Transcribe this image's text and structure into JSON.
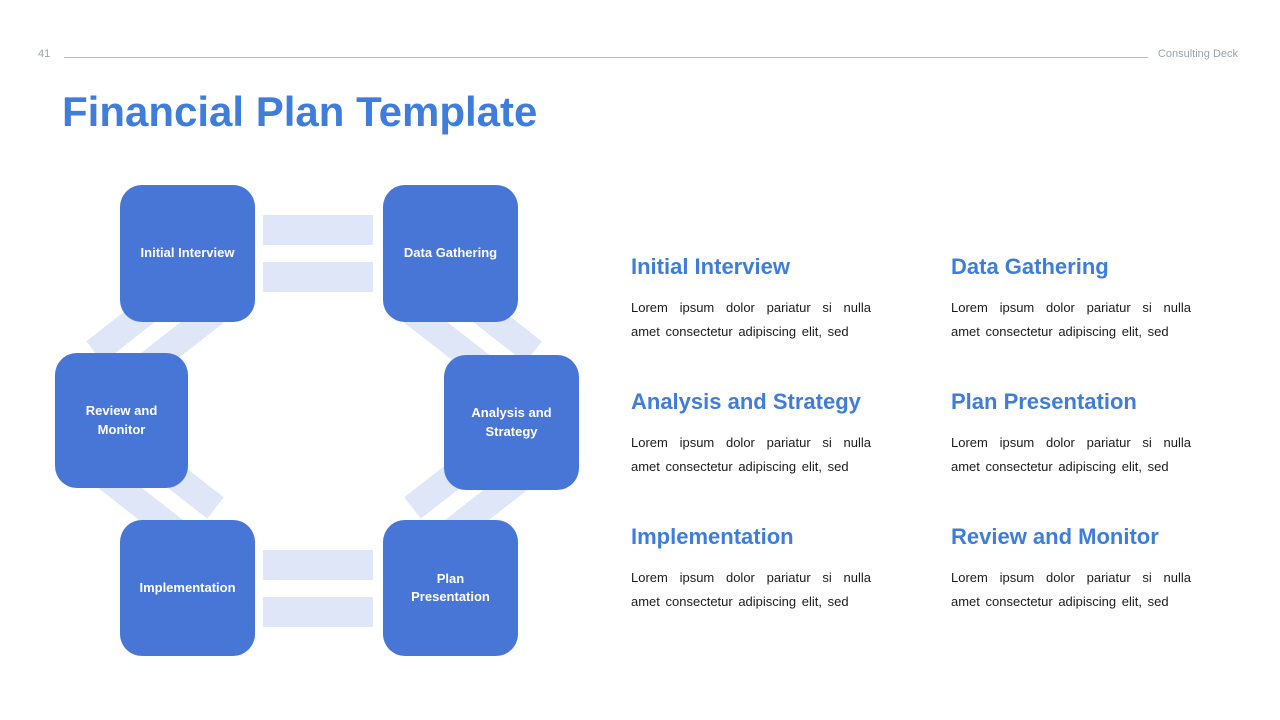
{
  "header": {
    "page_number": "41",
    "deck_label": "Consulting Deck"
  },
  "title": "Financial Plan Template",
  "diagram": {
    "nodes": [
      {
        "id": "initial-interview",
        "label": "Initial Interview"
      },
      {
        "id": "data-gathering",
        "label": "Data Gathering"
      },
      {
        "id": "review-and-monitor",
        "label": "Review and Monitor"
      },
      {
        "id": "analysis-and-strategy",
        "label": "Analysis and Strategy"
      },
      {
        "id": "implementation",
        "label": "Implementation"
      },
      {
        "id": "plan-presentation",
        "label": "Plan Presentation"
      }
    ]
  },
  "sections": [
    {
      "heading": "Initial Interview",
      "body": "Lorem ipsum dolor pariatur si nulla amet consectetur adipiscing elit, sed"
    },
    {
      "heading": "Data Gathering",
      "body": "Lorem ipsum dolor pariatur si nulla amet consectetur adipiscing elit, sed"
    },
    {
      "heading": "Analysis and Strategy",
      "body": "Lorem ipsum dolor pariatur si nulla amet consectetur adipiscing elit, sed"
    },
    {
      "heading": "Plan Presentation",
      "body": "Lorem ipsum dolor pariatur si nulla amet consectetur adipiscing elit, sed"
    },
    {
      "heading": "Implementation",
      "body": "Lorem ipsum dolor pariatur si nulla amet consectetur adipiscing elit, sed"
    },
    {
      "heading": "Review and Monitor",
      "body": "Lorem ipsum dolor pariatur si nulla amet consectetur adipiscing elit, sed"
    }
  ],
  "colors": {
    "node_blue": "#4776d6",
    "heading_blue": "#3e7ddb",
    "connector": "#dfe6f7",
    "muted_gray": "#9aa2ad",
    "body_text": "#1c1c1c"
  }
}
